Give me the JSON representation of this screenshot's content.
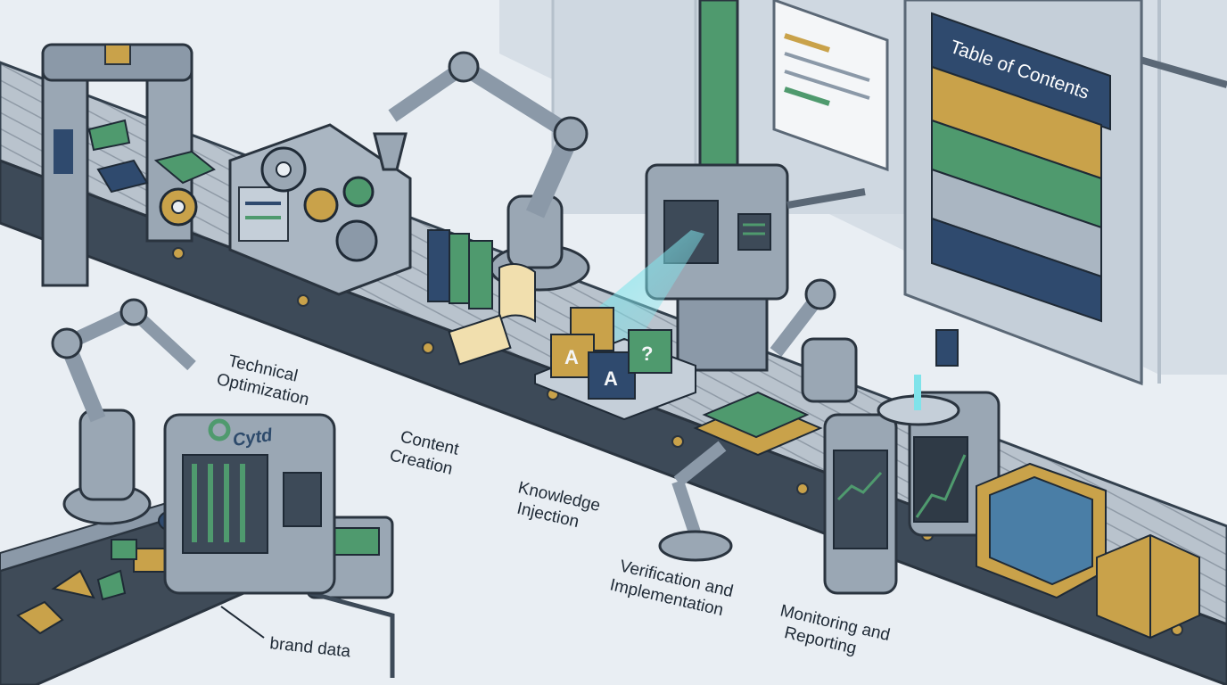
{
  "brand": {
    "logo_text": "Cytd"
  },
  "toc_panel": {
    "title": "Table of Contents"
  },
  "stages": [
    {
      "line1": "Technical",
      "line2": "Optimization"
    },
    {
      "line1": "Content",
      "line2": "Creation"
    },
    {
      "line1": "Knowledge",
      "line2": "Injection"
    },
    {
      "line1": "Verification and",
      "line2": "Implementation"
    },
    {
      "line1": "Monitoring and",
      "line2": "Reporting"
    }
  ],
  "input_label": "brand data",
  "cube_letters": [
    "A",
    "A",
    "?"
  ],
  "colors": {
    "background": "#e9eef3",
    "machine_gray": "#8b99a8",
    "machine_dark": "#3d4a58",
    "conveyor": "#4d5a68",
    "accent_green": "#4f9a6e",
    "accent_gold": "#c9a24a",
    "accent_navy": "#2f4a6e",
    "beam_cyan": "#7fe3ea"
  }
}
